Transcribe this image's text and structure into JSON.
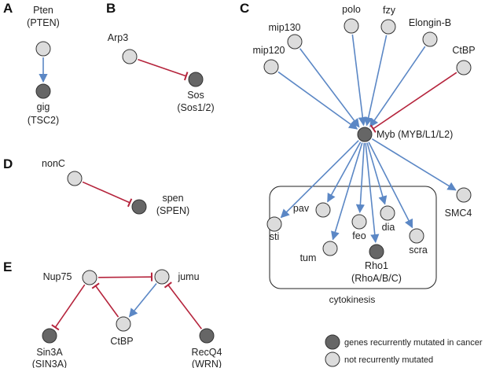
{
  "colors": {
    "mutated": "#666666",
    "not_mutated": "#dcdcdc",
    "activation": "#5b87c5",
    "inhibition": "#b5243c",
    "node_stroke": "#333333"
  },
  "panels": [
    {
      "id": "A",
      "letter": "A"
    },
    {
      "id": "B",
      "letter": "B"
    },
    {
      "id": "C",
      "letter": "C"
    },
    {
      "id": "D",
      "letter": "D"
    },
    {
      "id": "E",
      "letter": "E"
    }
  ],
  "nodes": [
    {
      "id": "pten",
      "panel": "A",
      "label": "Pten",
      "sublabel": "(PTEN)",
      "mutated": false
    },
    {
      "id": "gig",
      "panel": "A",
      "label": "gig",
      "sublabel": "(TSC2)",
      "mutated": true
    },
    {
      "id": "arp3",
      "panel": "B",
      "label": "Arp3",
      "sublabel": "",
      "mutated": false
    },
    {
      "id": "sos",
      "panel": "B",
      "label": "Sos",
      "sublabel": "(Sos1/2)",
      "mutated": true
    },
    {
      "id": "mip120",
      "panel": "C",
      "label": "mip120",
      "sublabel": "",
      "mutated": false
    },
    {
      "id": "mip130",
      "panel": "C",
      "label": "mip130",
      "sublabel": "",
      "mutated": false
    },
    {
      "id": "polo",
      "panel": "C",
      "label": "polo",
      "sublabel": "",
      "mutated": false
    },
    {
      "id": "fzy",
      "panel": "C",
      "label": "fzy",
      "sublabel": "",
      "mutated": false
    },
    {
      "id": "elonginb",
      "panel": "C",
      "label": "Elongin-B",
      "sublabel": "",
      "mutated": false
    },
    {
      "id": "ctbp_c",
      "panel": "C",
      "label": "CtBP",
      "sublabel": "",
      "mutated": false
    },
    {
      "id": "myb",
      "panel": "C",
      "label": "Myb (MYB/L1/L2)",
      "sublabel": "",
      "mutated": true
    },
    {
      "id": "sti",
      "panel": "C",
      "label": "sti",
      "sublabel": "",
      "mutated": false
    },
    {
      "id": "pav",
      "panel": "C",
      "label": "pav",
      "sublabel": "",
      "mutated": false
    },
    {
      "id": "tum",
      "panel": "C",
      "label": "tum",
      "sublabel": "",
      "mutated": false
    },
    {
      "id": "feo",
      "panel": "C",
      "label": "feo",
      "sublabel": "",
      "mutated": false
    },
    {
      "id": "rho1",
      "panel": "C",
      "label": "Rho1",
      "sublabel": "(RhoA/B/C)",
      "mutated": true
    },
    {
      "id": "dia",
      "panel": "C",
      "label": "dia",
      "sublabel": "",
      "mutated": false
    },
    {
      "id": "scra",
      "panel": "C",
      "label": "scra",
      "sublabel": "",
      "mutated": false
    },
    {
      "id": "smc4",
      "panel": "C",
      "label": "SMC4",
      "sublabel": "",
      "mutated": false
    },
    {
      "id": "nonc",
      "panel": "D",
      "label": "nonC",
      "sublabel": "",
      "mutated": false
    },
    {
      "id": "spen",
      "panel": "D",
      "label": "spen",
      "sublabel": "(SPEN)",
      "mutated": true
    },
    {
      "id": "nup75",
      "panel": "E",
      "label": "Nup75",
      "sublabel": "",
      "mutated": false
    },
    {
      "id": "jumu",
      "panel": "E",
      "label": "jumu",
      "sublabel": "",
      "mutated": false
    },
    {
      "id": "ctbp_e",
      "panel": "E",
      "label": "CtBP",
      "sublabel": "",
      "mutated": false
    },
    {
      "id": "sin3a",
      "panel": "E",
      "label": "Sin3A",
      "sublabel": "(SIN3A)",
      "mutated": true
    },
    {
      "id": "recq4",
      "panel": "E",
      "label": "RecQ4",
      "sublabel": "(WRN)",
      "mutated": true
    }
  ],
  "edges": [
    {
      "from": "pten",
      "to": "gig",
      "type": "activation"
    },
    {
      "from": "arp3",
      "to": "sos",
      "type": "inhibition"
    },
    {
      "from": "mip120",
      "to": "myb",
      "type": "activation"
    },
    {
      "from": "mip130",
      "to": "myb",
      "type": "activation"
    },
    {
      "from": "polo",
      "to": "myb",
      "type": "activation"
    },
    {
      "from": "fzy",
      "to": "myb",
      "type": "activation"
    },
    {
      "from": "elonginb",
      "to": "myb",
      "type": "activation"
    },
    {
      "from": "ctbp_c",
      "to": "myb",
      "type": "inhibition"
    },
    {
      "from": "myb",
      "to": "sti",
      "type": "activation"
    },
    {
      "from": "myb",
      "to": "pav",
      "type": "activation"
    },
    {
      "from": "myb",
      "to": "tum",
      "type": "activation"
    },
    {
      "from": "myb",
      "to": "feo",
      "type": "activation"
    },
    {
      "from": "myb",
      "to": "rho1",
      "type": "activation"
    },
    {
      "from": "myb",
      "to": "dia",
      "type": "activation"
    },
    {
      "from": "myb",
      "to": "scra",
      "type": "activation"
    },
    {
      "from": "myb",
      "to": "smc4",
      "type": "activation"
    },
    {
      "from": "nonc",
      "to": "spen",
      "type": "inhibition"
    },
    {
      "from": "nup75",
      "to": "jumu",
      "type": "inhibition"
    },
    {
      "from": "nup75",
      "to": "sin3a",
      "type": "inhibition"
    },
    {
      "from": "ctbp_e",
      "to": "nup75",
      "type": "inhibition"
    },
    {
      "from": "jumu",
      "to": "ctbp_e",
      "type": "activation"
    },
    {
      "from": "recq4",
      "to": "jumu",
      "type": "inhibition"
    }
  ],
  "group": {
    "label": "cytokinesis"
  },
  "legend": [
    {
      "label": "genes recurrently mutated in cancer",
      "mutated": true
    },
    {
      "label": "not recurrently mutated",
      "mutated": false
    }
  ]
}
